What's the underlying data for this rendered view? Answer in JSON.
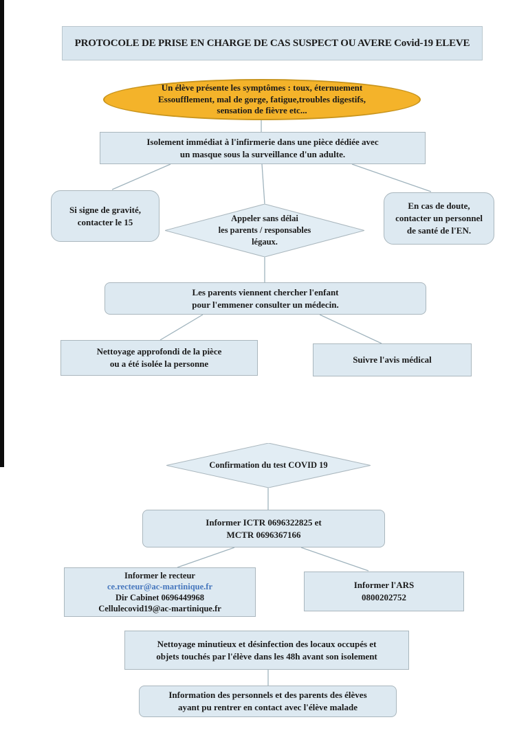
{
  "document": {
    "title": "PROTOCOLE DE PRISE EN CHARGE DE CAS SUSPECT OU AVERE Covid-19 ELEVE"
  },
  "colors": {
    "box_fill": "#dde9f1",
    "box_border": "#a9b6bd",
    "diamond_fill": "#e2edf4",
    "ellipse_fill": "#f4b32a",
    "ellipse_border": "#c8941c",
    "link_blue": "#4576bd",
    "connector": "#9fb3bd"
  },
  "nodes": {
    "symptoms": {
      "lines": [
        "Un élève présente les symptômes : toux, éternuement",
        "Essoufflement, mal de gorge, fatigue,troubles digestifs,",
        "sensation de fièvre etc..."
      ]
    },
    "isolation": {
      "lines": [
        "Isolement immédiat à l'infirmerie dans une pièce dédiée avec",
        "un masque sous la surveillance d'un adulte."
      ]
    },
    "gravity": {
      "lines": [
        "Si signe de gravité,",
        "contacter le 15"
      ]
    },
    "call_parents": {
      "lines": [
        "Appeler sans délai",
        "les parents / responsables",
        "légaux."
      ]
    },
    "doubt": {
      "lines": [
        "En cas de doute,",
        "contacter un personnel",
        "de santé de l'EN."
      ]
    },
    "parents_pickup": {
      "lines": [
        "Les parents viennent chercher l'enfant",
        "pour l'emmener consulter un médecin."
      ]
    },
    "room_cleaning": {
      "lines": [
        "Nettoyage approfondi de la pièce",
        "ou a été isolée la personne"
      ]
    },
    "medical_advice": {
      "lines": [
        "Suivre l'avis médical"
      ]
    },
    "test_confirmation": {
      "lines": [
        "Confirmation du test COVID 19"
      ]
    },
    "inform_ictr": {
      "lines": [
        "Informer ICTR 0696322825 et",
        "MCTR 0696367166"
      ]
    },
    "inform_rector": {
      "line1": "Informer le recteur",
      "email": "ce.recteur@ac-martinique.fr",
      "line3": "Dir Cabinet 0696449968",
      "line4": "Cellulecovid19@ac-martinique.fr"
    },
    "inform_ars": {
      "lines": [
        "Informer l'ARS",
        "0800202752"
      ]
    },
    "premises_cleaning": {
      "lines": [
        "Nettoyage minutieux et désinfection des locaux occupés et",
        "objets touchés par l'élève dans les 48h avant son isolement"
      ]
    },
    "contacts_information": {
      "lines": [
        "Information des personnels et des parents des élèves",
        "ayant pu rentrer en contact avec l'élève malade"
      ]
    }
  }
}
